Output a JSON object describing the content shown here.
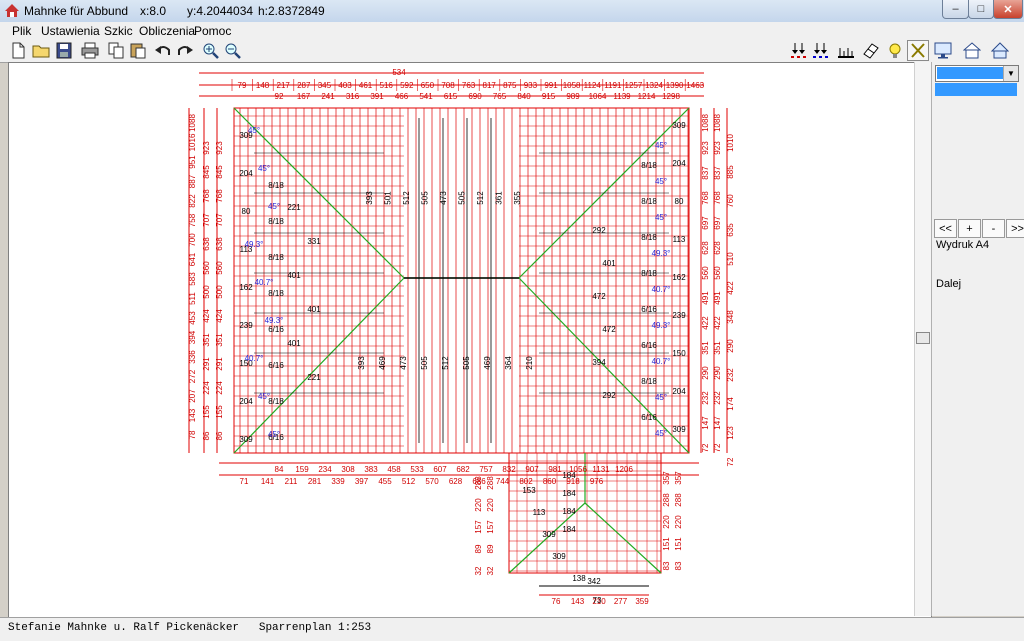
{
  "window": {
    "title": "Mahnke für Abbund",
    "x_readout": "x:8.0",
    "y_readout": "y:4.2044034",
    "h_readout": "h:2.8372849",
    "controls": {
      "minimize": "–",
      "maximize": "□",
      "close": "✕"
    }
  },
  "menu": [
    "Plik",
    "Ustawienia",
    "Szkic",
    "Obliczenia",
    "Pomoc"
  ],
  "toolbar": {
    "left_icons": [
      "new-file-icon",
      "open-folder-icon",
      "save-disk-icon",
      "print-icon",
      "copy-icon",
      "paste-icon",
      "undo-icon",
      "redo-icon",
      "zoom-in-icon",
      "zoom-out-icon"
    ],
    "right_icons": [
      "arrows-down-a-icon",
      "arrows-down-b-icon",
      "ruler-icon",
      "eraser-icon",
      "bulb-icon",
      "cross-icon",
      "monitor-icon",
      "house-outline-icon",
      "house-icon"
    ]
  },
  "right_panel": {
    "combo_value": "",
    "list_selected": "",
    "nav": [
      "<<",
      "+",
      "-",
      ">>"
    ],
    "print_label": "Wydruk A4",
    "next_label": "Dalej"
  },
  "status_text": "Stefanie Mahnke u. Ralf Pickenäcker   Sparrenplan 1:253",
  "drawing": {
    "top_total": "534",
    "top_dims_row1": [
      "79",
      "148",
      "217",
      "287",
      "345",
      "403",
      "461",
      "516",
      "592",
      "650",
      "708",
      "763",
      "817",
      "875",
      "933",
      "991",
      "1058",
      "1124",
      "1191",
      "1257",
      "1324",
      "1390",
      "1463"
    ],
    "top_dims_row2": [
      "92",
      "167",
      "241",
      "316",
      "391",
      "466",
      "541",
      "615",
      "690",
      "765",
      "840",
      "915",
      "989",
      "1064",
      "1139",
      "1214",
      "1298"
    ],
    "bottom_dims_row1": [
      "84",
      "159",
      "234",
      "308",
      "383",
      "458",
      "533",
      "607",
      "682",
      "757",
      "832",
      "907",
      "981",
      "1056",
      "1131",
      "1206"
    ],
    "bottom_dims_row2": [
      "71",
      "141",
      "211",
      "281",
      "339",
      "397",
      "455",
      "512",
      "570",
      "628",
      "686",
      "744",
      "802",
      "860",
      "918",
      "976"
    ],
    "ext_bottom_dims": [
      "76",
      "143",
      "210",
      "277",
      "359"
    ],
    "ext_bottom_total": "342",
    "left_dims_outer": [
      "1088",
      "1016",
      "951",
      "887",
      "822",
      "758",
      "700",
      "641",
      "583",
      "511",
      "453",
      "394",
      "336",
      "272",
      "207",
      "143",
      "78"
    ],
    "left_dims_inner": [
      "923",
      "845",
      "768",
      "707",
      "638",
      "560",
      "500",
      "424",
      "351",
      "291",
      "224",
      "155",
      "86"
    ],
    "right_dims_outer": [
      "1010",
      "885",
      "760",
      "635",
      "510",
      "422",
      "348",
      "290",
      "232",
      "174",
      "123",
      "72"
    ],
    "right_dims_inner": [
      "1088",
      "923",
      "837",
      "768",
      "697",
      "628",
      "560",
      "491",
      "422",
      "351",
      "290",
      "232",
      "147",
      "72"
    ],
    "ext_left_dims": [
      "288",
      "220",
      "157",
      "89",
      "32"
    ],
    "ext_right_dims": [
      "357",
      "288",
      "220",
      "151",
      "83"
    ],
    "rafter_lengths_vertical": [
      "393",
      "501",
      "512",
      "505",
      "473",
      "505",
      "512",
      "361",
      "355",
      "393",
      "469",
      "473",
      "505",
      "512",
      "505",
      "469",
      "364",
      "210"
    ],
    "rafter_lengths_left": [
      "221",
      "331",
      "401",
      "401",
      "401",
      "221"
    ],
    "rafter_lengths_right": [
      "292",
      "401",
      "472",
      "472",
      "394",
      "292"
    ],
    "ext_lengths": [
      "184",
      "184",
      "184",
      "184",
      "153",
      "113",
      "309",
      "309",
      "138",
      "73",
      "73"
    ],
    "jack_labels": [
      "309",
      "204",
      "80",
      "113",
      "162",
      "239",
      "150",
      "204",
      "309"
    ],
    "section_labels": [
      "8/18",
      "8/18",
      "8/18",
      "8/18",
      "6/16",
      "6/16",
      "8/18",
      "6/16"
    ],
    "angles": [
      "45°",
      "45°",
      "45°",
      "49.3°",
      "40.7°",
      "49.3°",
      "40.7°",
      "45°",
      "45°"
    ]
  }
}
